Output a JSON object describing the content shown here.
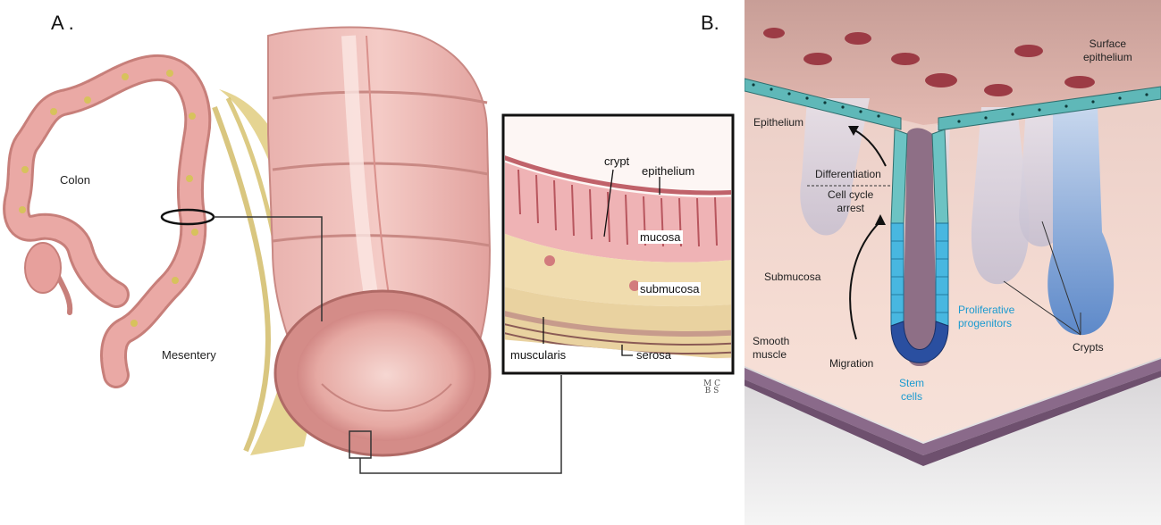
{
  "panels": {
    "a": {
      "letter": "A .",
      "labels": {
        "colon": "Colon",
        "mesentery": "Mesentery",
        "crypt": "crypt",
        "epithelium": "epithelium",
        "mucosa": "mucosa",
        "submucosa": "submucosa",
        "muscularis": "muscularis",
        "serosa": "serosa"
      },
      "logo": [
        "M C",
        "B S"
      ]
    },
    "b": {
      "letter": "B.",
      "labels": {
        "surface_epithelium_1": "Surface",
        "surface_epithelium_2": "epithelium",
        "epithelium": "Epithelium",
        "differentiation": "Differentiation",
        "cell_cycle_arrest_1": "Cell cycle",
        "cell_cycle_arrest_2": "arrest",
        "submucosa": "Submucosa",
        "proliferative_1": "Proliferative",
        "proliferative_2": "progenitors",
        "smooth_muscle_1": "Smooth",
        "smooth_muscle_2": "muscle",
        "migration": "Migration",
        "stem_cells_1": "Stem",
        "stem_cells_2": "cells",
        "crypts": "Crypts"
      }
    }
  },
  "colors": {
    "colon_pink": "#e8a3a3",
    "mesentery_yellow": "#d9c46a",
    "surface_mauve": "#c49a94",
    "epithelium_teal": "#5fb8b8",
    "progenitor_cyan": "#29a9d8",
    "stem_blue": "#2a4fa0",
    "muscle_purple": "#8a6a8a"
  }
}
